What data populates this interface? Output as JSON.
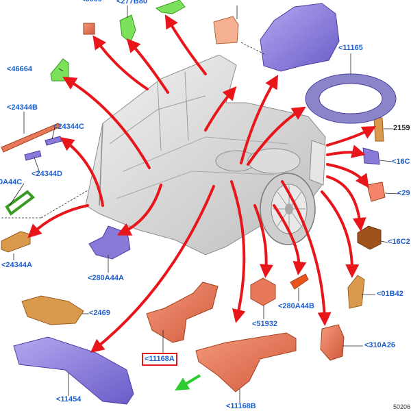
{
  "labels": {
    "l_277b80": "<277B80",
    "l_46664": "<46664",
    "l_24344b": "<24344B",
    "l_24344c": "<24344C",
    "l_24344d": "<24344D",
    "l_0a44c": "0A44C",
    "l_24344a": "<24344A",
    "l_280a44a": "<280A44A",
    "l_2469": "<2469",
    "l_11454": "<11454",
    "l_11168a": "<11168A",
    "l_11168b": "<11168B",
    "l_51932": "<51932",
    "l_280a44b": "<280A44B",
    "l_310a26": "<310A26",
    "l_01b42": "<01B42",
    "l_16c2": "<16C2",
    "l_29": "<29",
    "l_16c": "<16C",
    "l_2159": "2159",
    "l_11165": "<11165"
  },
  "drawing_code": "50206",
  "colors": {
    "label_blue": "#1a5fd0",
    "arrow_red": "#e8151a",
    "highlight_red": "#e01a1a",
    "pointer_green": "#2ecc2e",
    "part_orange": "#e8785a",
    "part_purple": "#8a7ad8",
    "part_green": "#6fd84a",
    "part_tan": "#d99a4e",
    "part_brown": "#a0521c"
  }
}
